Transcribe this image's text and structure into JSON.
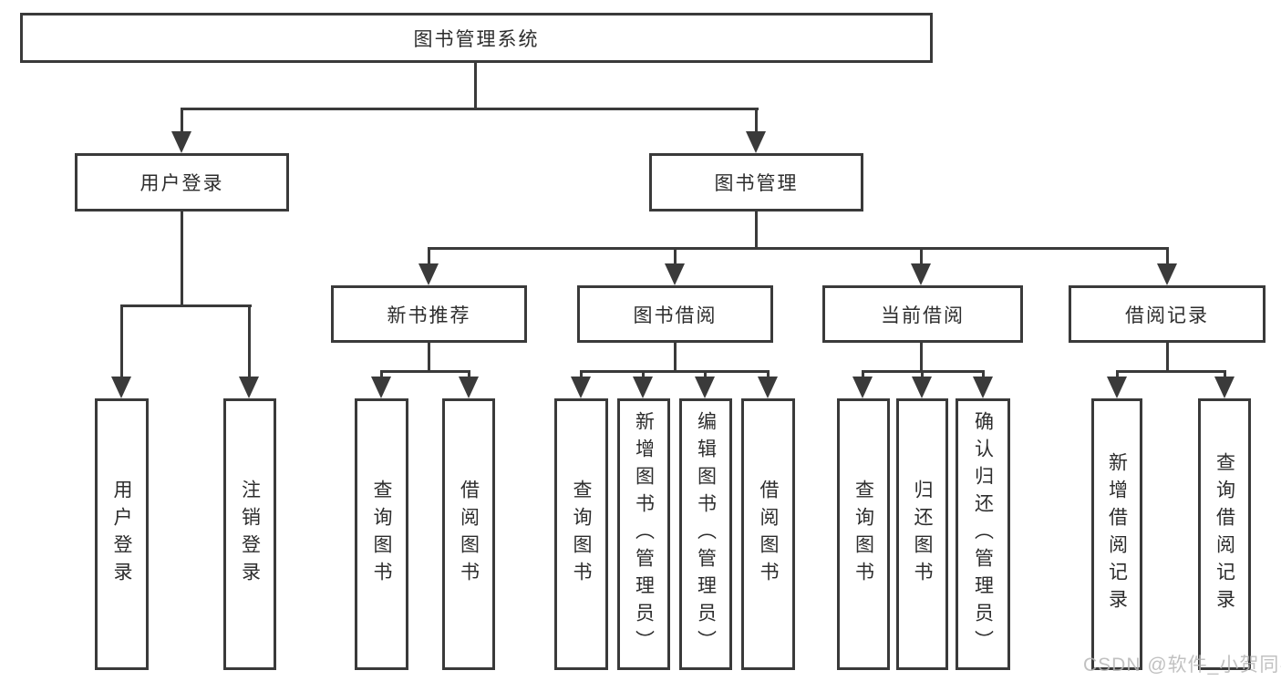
{
  "diagram": {
    "root": {
      "label": "图书管理系统"
    },
    "level2": {
      "user_login": {
        "label": "用户登录"
      },
      "book_mgmt": {
        "label": "图书管理"
      }
    },
    "level3": {
      "new_books": {
        "label": "新书推荐"
      },
      "book_borrow": {
        "label": "图书借阅"
      },
      "current_borrow": {
        "label": "当前借阅"
      },
      "borrow_records": {
        "label": "借阅记录"
      }
    },
    "leaves": {
      "user": [
        {
          "label": "用户登录"
        },
        {
          "label": "注销登录"
        }
      ],
      "recommend": [
        {
          "label": "查询图书"
        },
        {
          "label": "借阅图书"
        }
      ],
      "borrow": [
        {
          "label": "查询图书"
        },
        {
          "label": "新增图书（管理员）"
        },
        {
          "label": "编辑图书（管理员）"
        },
        {
          "label": "借阅图书"
        }
      ],
      "current": [
        {
          "label": "查询图书"
        },
        {
          "label": "归还图书"
        },
        {
          "label": "确认归还（管理员）"
        }
      ],
      "records": [
        {
          "label": "新增借阅记录"
        },
        {
          "label": "查询借阅记录"
        }
      ]
    },
    "colors": {
      "line": "#3a3a3a",
      "text": "#2d2d2d",
      "background": "#ffffff",
      "watermark": "#b7b7b7"
    }
  },
  "watermark": {
    "text": "CSDN @软件_小贺同学"
  }
}
